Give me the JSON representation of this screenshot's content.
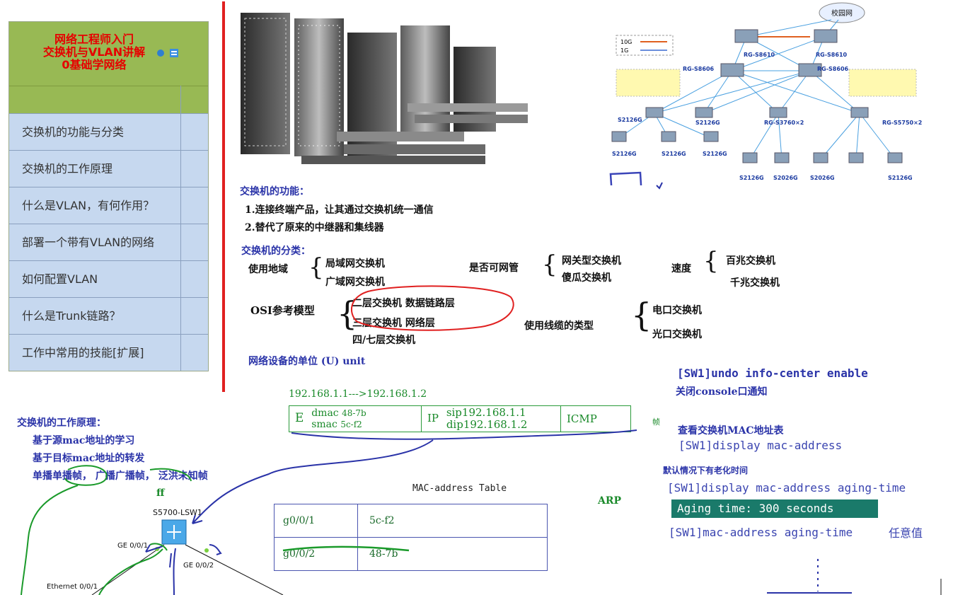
{
  "menu": {
    "title_lines": [
      "网络工程师入门",
      "交换机与VLAN讲解",
      "0基础学网络"
    ],
    "items": [
      {
        "label": "交换机的功能与分类"
      },
      {
        "label": "交换机的工作原理"
      },
      {
        "label": "什么是VLAN，有何作用？"
      },
      {
        "label": "部署一个带有VLAN的网络"
      },
      {
        "label": "如何配置VLAN"
      },
      {
        "label": "什么是Trunk链路？"
      },
      {
        "label": "工作中常用的技能[扩展]"
      }
    ]
  },
  "topology": {
    "top_cloud": "校园网",
    "legend": [
      "10G",
      "1G"
    ],
    "core_left": "RG-S8610",
    "core_right": "RG-S8610",
    "agg_left": "RG-S8606",
    "agg_right": "RG-S8606",
    "dist": [
      "S2126G",
      "S2126G",
      "RG-S3760×2",
      "RG-S5750×2"
    ],
    "access_left": [
      "S2126G",
      "S2126G",
      "S2126G"
    ],
    "access_right": [
      "S2126G",
      "S2026G",
      "S2026G",
      "S2126G"
    ]
  },
  "notes": {
    "func_title": "交换机的功能：",
    "func_1": "1.连接终端产品，让其通过交换机统一通信",
    "func_2": "2.替代了原来的中继器和集线器",
    "class_title": "交换机的分类：",
    "area_label": "使用地域",
    "area_1": "局域网交换机",
    "area_2": "广域网交换机",
    "mgmt_label": "是否可网管",
    "mgmt_1": "网关型交换机",
    "mgmt_2": "傻瓜交换机",
    "speed_label": "速度",
    "speed_1": "百兆交换机",
    "speed_2": "千兆交换机",
    "osi_label": "OSI参考模型",
    "osi_1": "二层交换机  数据链路层",
    "osi_2": "三层交换机  网络层",
    "osi_3": "四/七层交换机",
    "cable_label": "使用线缆的类型",
    "cable_1": "电口交换机",
    "cable_2": "光口交换机",
    "unit_line": "网络设备的单位  (U) unit",
    "principle_title": "交换机的工作原理：",
    "principle_1": "基于源mac地址的学习",
    "principle_2": "基于目标mac地址的转发",
    "principle_3": "单播单播帧， 广播广播帧， 泛洪未知帧",
    "ff": "ff"
  },
  "frame": {
    "ip_route": "192.168.1.1--->192.168.1.2",
    "e": "E",
    "dmac_label": "dmac",
    "dmac_val": "48-7b",
    "smac_label": "smac",
    "smac_val": "5c-f2",
    "ip": "IP",
    "sip": "sip192.168.1.1",
    "dip": "dip192.168.1.2",
    "icmp": "ICMP",
    "zhen": "帧"
  },
  "mac_table": {
    "title": "MAC-address Table",
    "rows": [
      [
        "g0/0/1",
        "5c-f2"
      ],
      [
        "g0/0/2",
        "48-7b"
      ]
    ],
    "arp": "ARP"
  },
  "cli": {
    "cmd1": "[SW1]undo  info-center enable",
    "note1": "关闭console口通知",
    "note2": "查看交换机MAC地址表",
    "cmd2": "[SW1]display  mac-address",
    "note3": "默认情况下有老化时间",
    "cmd3": "[SW1]display  mac-address aging-time",
    "aging": "Aging time: 300 seconds",
    "cmd4": "[SW1]mac-address aging-time",
    "cmd4_note": "任意值"
  },
  "diagram": {
    "switch_name": "S5700-LSW1",
    "port1": "GE 0/0/1",
    "port2": "GE 0/0/2",
    "host_port": "Ethernet 0/0/1"
  },
  "colors": {
    "menu_green": "#98b954",
    "menu_blue": "#c6d8ef",
    "red_title": "#e60000",
    "ink_blue": "#2a33a8",
    "ink_green": "#1a8a2a"
  }
}
